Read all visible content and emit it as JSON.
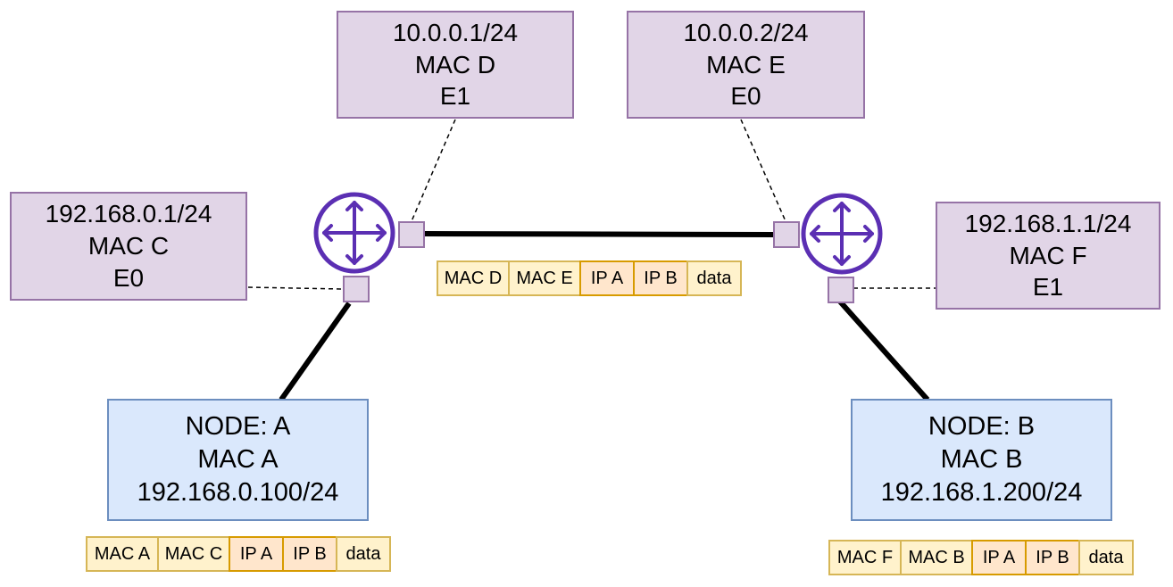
{
  "colors": {
    "iface_fill": "#e1d5e7",
    "iface_stroke": "#9673a6",
    "node_fill": "#dae8fc",
    "node_stroke": "#6c8ebf",
    "mac_fill": "#fff2cc",
    "mac_stroke": "#d6b656",
    "ip_fill": "#ffe6cc",
    "ip_stroke": "#d79b00",
    "router_stroke": "#5b2fb3"
  },
  "icons": {
    "router": "router-icon"
  },
  "interfaces": {
    "r1_e1": {
      "ip": "10.0.0.1/24",
      "mac": "MAC D",
      "name": "E1"
    },
    "r2_e0": {
      "ip": "10.0.0.2/24",
      "mac": "MAC E",
      "name": "E0"
    },
    "r1_e0": {
      "ip": "192.168.0.1/24",
      "mac": "MAC C",
      "name": "E0"
    },
    "r2_e1": {
      "ip": "192.168.1.1/24",
      "mac": "MAC F",
      "name": "E1"
    }
  },
  "nodes": {
    "a": {
      "title": "NODE: A",
      "mac": "MAC A",
      "ip": "192.168.0.100/24"
    },
    "b": {
      "title": "NODE: B",
      "mac": "MAC B",
      "ip": "192.168.1.200/24"
    }
  },
  "frames": {
    "lan_a": [
      "MAC A",
      "MAC C",
      "IP A",
      "IP B",
      "data"
    ],
    "wan": [
      "MAC D",
      "MAC E",
      "IP A",
      "IP B",
      "data"
    ],
    "lan_b": [
      "MAC F",
      "MAC B",
      "IP A",
      "IP B",
      "data"
    ]
  }
}
